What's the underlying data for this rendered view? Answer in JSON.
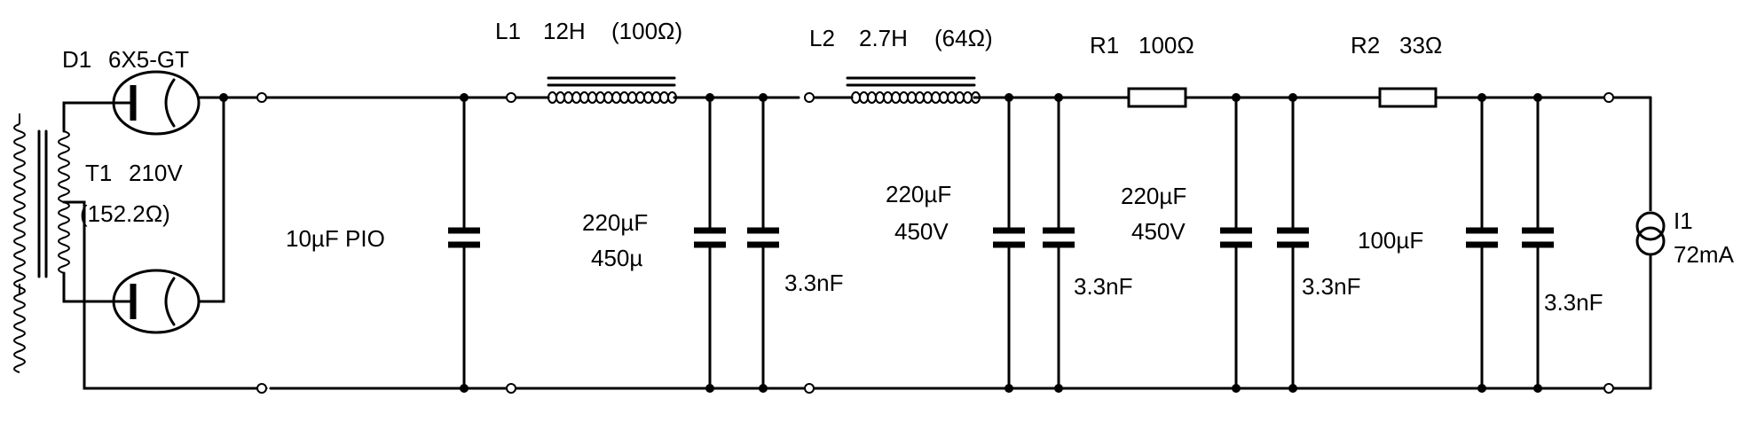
{
  "diode": {
    "ref": "D1",
    "part": "6X5-GT"
  },
  "transformer": {
    "ref": "T1",
    "voltage": "210V",
    "resistance": "(152.2Ω)"
  },
  "inductors": [
    {
      "ref": "L1",
      "value": "12H",
      "dcr": "(100Ω)"
    },
    {
      "ref": "L2",
      "value": "2.7H",
      "dcr": "(64Ω)"
    }
  ],
  "resistors": [
    {
      "ref": "R1",
      "value": "100Ω"
    },
    {
      "ref": "R2",
      "value": "33Ω"
    }
  ],
  "capacitors": {
    "c_pio": "10µF PIO",
    "c1_value": "220µF",
    "c1_rating": "450µ",
    "c1_bypass": "3.3nF",
    "c2_value": "220µF",
    "c2_rating": "450V",
    "c2_bypass": "3.3nF",
    "c3_value": "220µF",
    "c3_rating": "450V",
    "c3_bypass": "3.3nF",
    "c4_value": "100µF",
    "c4_bypass": "3.3nF"
  },
  "load": {
    "ref": "I1",
    "current": "72mA"
  }
}
